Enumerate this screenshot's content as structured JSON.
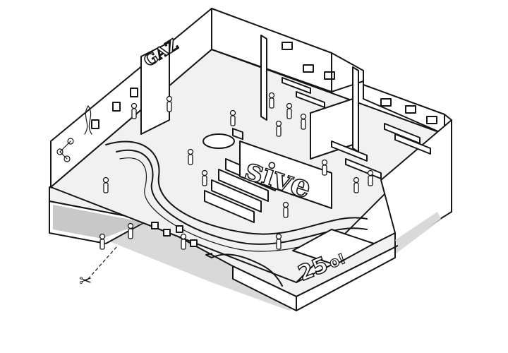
{
  "illustration": {
    "wall_lettering_center": "sive",
    "wall_lettering_left": "GAZ",
    "floor_number": "25",
    "floor_number_suffix": "o!",
    "cut_mark_icon": "scissors-icon",
    "colors": {
      "ink": "#151515",
      "paper": "#ffffff",
      "shadow": "#d9d9d9"
    }
  }
}
